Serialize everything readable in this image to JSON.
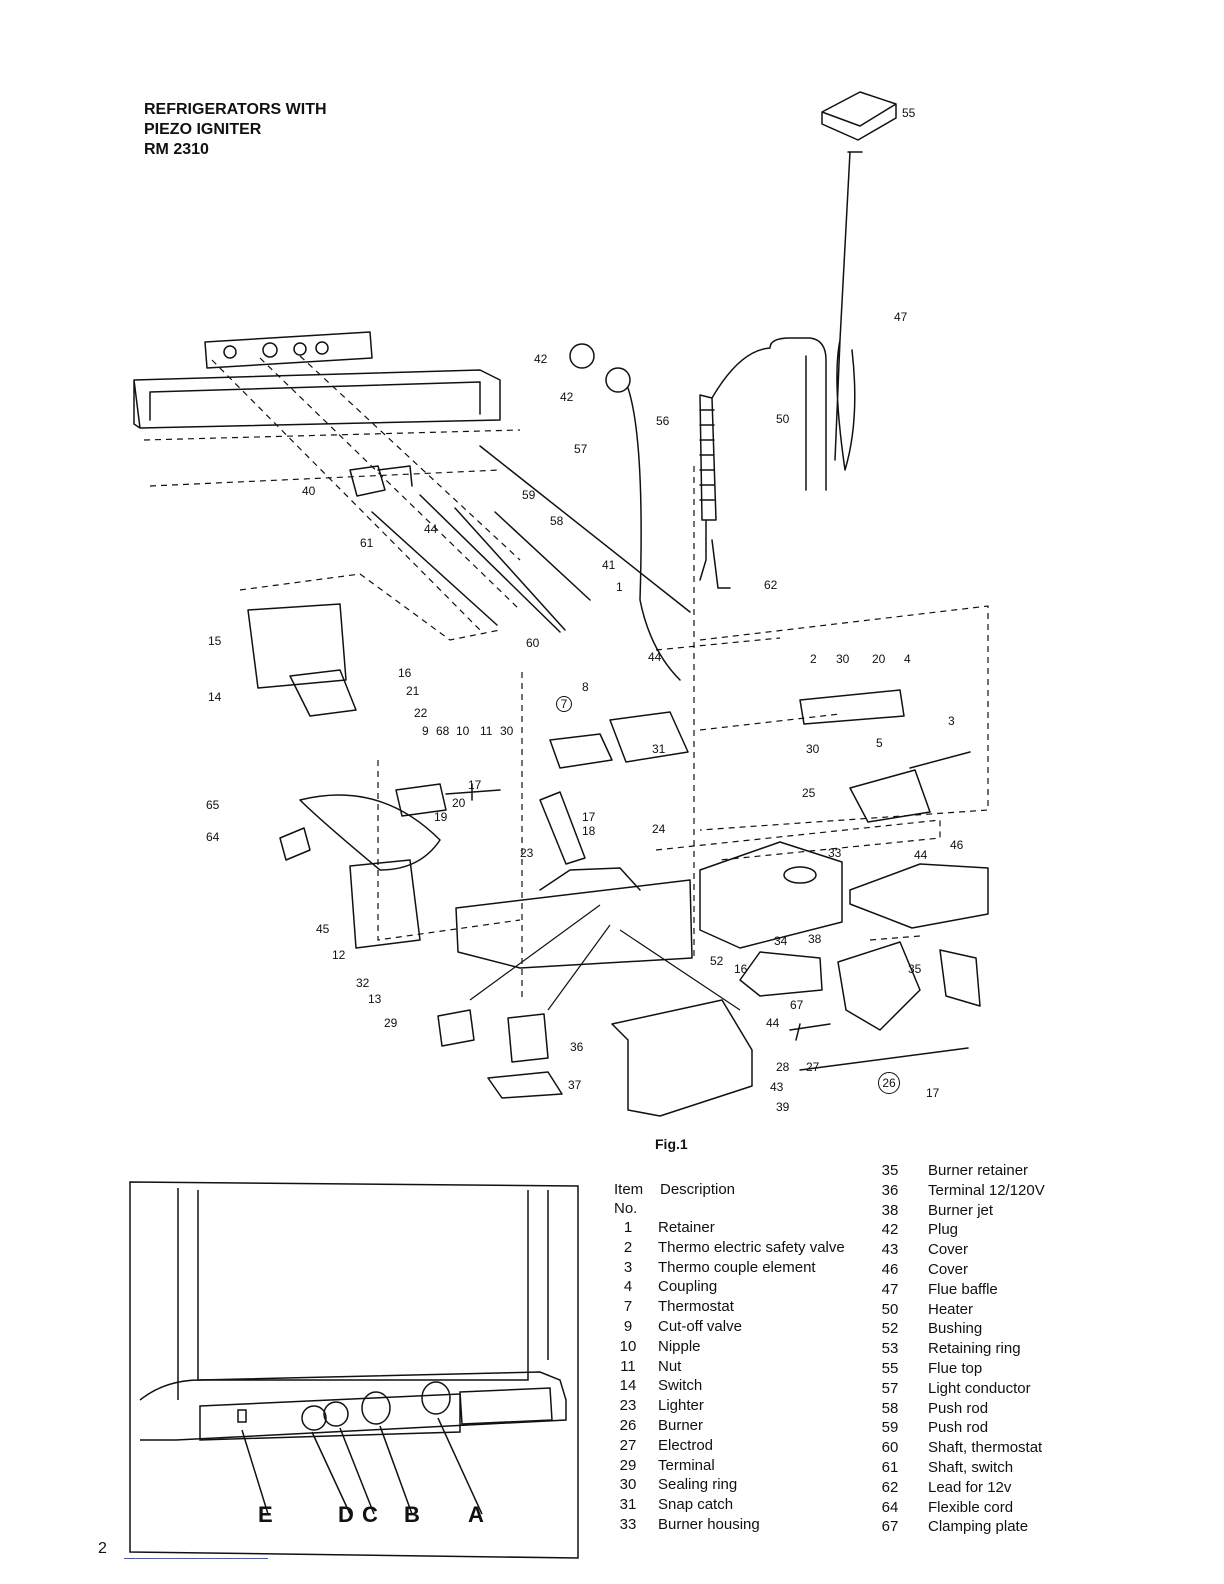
{
  "title": {
    "line1": "REFRIGERATORS WITH",
    "line2": "PIEZO IGNITER",
    "line3": "RM 2310"
  },
  "figure_caption": "Fig.1",
  "page_number": "2",
  "callouts": [
    "55",
    "47",
    "42",
    "42",
    "56",
    "50",
    "57",
    "59",
    "58",
    "40",
    "44",
    "61",
    "41",
    "62",
    "1",
    "15",
    "16",
    "60",
    "44",
    "14",
    "21",
    "22",
    "9",
    "68",
    "10",
    "11",
    "30",
    "8",
    "7",
    "2",
    "30",
    "20",
    "4",
    "3",
    "5",
    "30",
    "31",
    "25",
    "65",
    "17",
    "20",
    "19",
    "64",
    "24",
    "17",
    "18",
    "23",
    "33",
    "44",
    "46",
    "45",
    "12",
    "32",
    "13",
    "34",
    "38",
    "52",
    "16",
    "35",
    "67",
    "29",
    "36",
    "37",
    "44",
    "28",
    "27",
    "26",
    "17",
    "43",
    "39"
  ],
  "front_panel_labels": [
    "E",
    "D",
    "C",
    "B",
    "A"
  ],
  "legend": {
    "header_item": "Item",
    "header_no": "No.",
    "header_desc": "Description",
    "left": [
      {
        "no": "1",
        "desc": "Retainer"
      },
      {
        "no": "2",
        "desc": "Thermo electric safety valve"
      },
      {
        "no": "3",
        "desc": "Thermo couple element"
      },
      {
        "no": "4",
        "desc": "Coupling"
      },
      {
        "no": "7",
        "desc": "Thermostat"
      },
      {
        "no": "9",
        "desc": "Cut-off valve"
      },
      {
        "no": "10",
        "desc": "Nipple"
      },
      {
        "no": "11",
        "desc": "Nut"
      },
      {
        "no": "14",
        "desc": "Switch"
      },
      {
        "no": "23",
        "desc": "Lighter"
      },
      {
        "no": "26",
        "desc": "Burner"
      },
      {
        "no": "27",
        "desc": "Electrod"
      },
      {
        "no": "29",
        "desc": "Terminal"
      },
      {
        "no": "30",
        "desc": "Sealing ring"
      },
      {
        "no": "31",
        "desc": "Snap catch"
      },
      {
        "no": "33",
        "desc": "Burner housing"
      }
    ],
    "right": [
      {
        "no": "35",
        "desc": "Burner retainer"
      },
      {
        "no": "36",
        "desc": "Terminal 12/120V"
      },
      {
        "no": "38",
        "desc": "Burner jet"
      },
      {
        "no": "42",
        "desc": "Plug"
      },
      {
        "no": "43",
        "desc": "Cover"
      },
      {
        "no": "46",
        "desc": "Cover"
      },
      {
        "no": "47",
        "desc": "Flue baffle"
      },
      {
        "no": "50",
        "desc": "Heater"
      },
      {
        "no": "52",
        "desc": "Bushing"
      },
      {
        "no": "53",
        "desc": "Retaining ring"
      },
      {
        "no": "55",
        "desc": "Flue top"
      },
      {
        "no": "57",
        "desc": "Light conductor"
      },
      {
        "no": "58",
        "desc": "Push rod"
      },
      {
        "no": "59",
        "desc": "Push rod"
      },
      {
        "no": "60",
        "desc": "Shaft, thermostat"
      },
      {
        "no": "61",
        "desc": "Shaft, switch"
      },
      {
        "no": "62",
        "desc": "Lead for 12v"
      },
      {
        "no": "64",
        "desc": "Flexible cord"
      },
      {
        "no": "67",
        "desc": "Clamping plate"
      }
    ]
  },
  "colors": {
    "ink": "#111111",
    "paper": "#ffffff",
    "link": "#3b5bdb"
  }
}
